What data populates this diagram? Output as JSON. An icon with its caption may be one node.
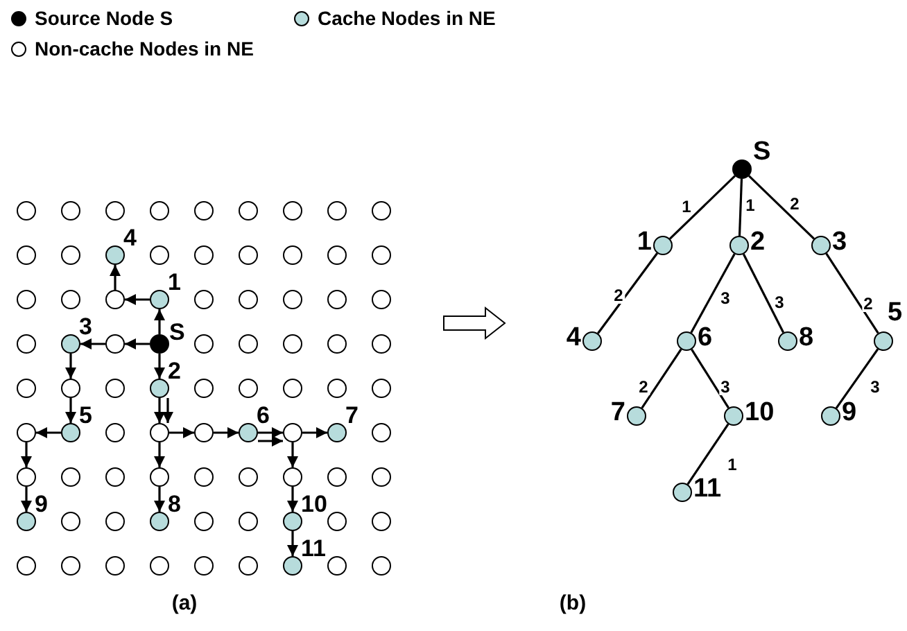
{
  "diagram": {
    "nodes": [
      {
        "text": [],
        "shape": "circle"
      },
      {
        "text": [],
        "shape": "circle"
      },
      {
        "text": [],
        "shape": "circle"
      },
      {
        "text": [],
        "shape": "circle"
      },
      {
        "text": [],
        "shape": "circle"
      },
      {
        "text": [],
        "shape": "circle"
      },
      {
        "text": [],
        "shape": "circle"
      },
      {
        "text": [],
        "shape": "circle"
      },
      {
        "text": [],
        "shape": "circle"
      },
      {
        "text": [],
        "shape": "circle"
      },
      {
        "text": [],
        "shape": "circle"
      },
      {
        "text": [],
        "shape": "circle",
        "beside": [
          "4"
        ]
      },
      {
        "text": [],
        "shape": "circle"
      },
      {
        "text": [],
        "shape": "circle"
      },
      {
        "text": [],
        "shape": "circle"
      },
      {
        "text": [],
        "shape": "circle"
      },
      {
        "text": [],
        "shape": "circle"
      },
      {
        "text": [],
        "shape": "circle"
      },
      {
        "text": [],
        "shape": "circle"
      },
      {
        "text": [],
        "shape": "circle"
      },
      {
        "text": [],
        "shape": "circle"
      },
      {
        "text": [],
        "shape": "circle",
        "beside": [
          "1"
        ]
      },
      {
        "text": [],
        "shape": "circle"
      },
      {
        "text": [],
        "shape": "circle"
      },
      {
        "text": [],
        "shape": "circle"
      },
      {
        "text": [],
        "shape": "circle"
      },
      {
        "text": [],
        "shape": "circle"
      },
      {
        "text": [],
        "shape": "circle"
      },
      {
        "text": [],
        "shape": "circle",
        "beside": [
          "3"
        ]
      },
      {
        "text": [],
        "shape": "circle"
      },
      {
        "text": [],
        "shape": "circle",
        "beside": [
          "S"
        ]
      },
      {
        "text": [],
        "shape": "circle"
      },
      {
        "text": [],
        "shape": "circle"
      },
      {
        "text": [],
        "shape": "circle"
      },
      {
        "text": [],
        "shape": "circle"
      },
      {
        "text": [],
        "shape": "circle"
      },
      {
        "text": [],
        "shape": "circle"
      },
      {
        "text": [],
        "shape": "circle"
      },
      {
        "text": [],
        "shape": "circle"
      },
      {
        "text": [],
        "shape": "circle",
        "beside": [
          "2"
        ]
      },
      {
        "text": [],
        "shape": "circle"
      },
      {
        "text": [],
        "shape": "circle"
      },
      {
        "text": [],
        "shape": "circle"
      },
      {
        "text": [],
        "shape": "circle"
      },
      {
        "text": [],
        "shape": "circle"
      },
      {
        "text": [],
        "shape": "circle"
      },
      {
        "text": [],
        "shape": "circle",
        "beside": [
          "5"
        ]
      },
      {
        "text": [],
        "shape": "circle"
      },
      {
        "text": [],
        "shape": "circle"
      },
      {
        "text": [],
        "shape": "circle"
      },
      {
        "text": [],
        "shape": "circle",
        "beside": [
          "6"
        ]
      },
      {
        "text": [],
        "shape": "circle"
      },
      {
        "text": [],
        "shape": "circle",
        "beside": [
          "7"
        ]
      },
      {
        "text": [],
        "shape": "circle"
      },
      {
        "text": [],
        "shape": "circle"
      },
      {
        "text": [],
        "shape": "circle"
      },
      {
        "text": [],
        "shape": "circle"
      },
      {
        "text": [],
        "shape": "circle"
      },
      {
        "text": [],
        "shape": "circle"
      },
      {
        "text": [],
        "shape": "circle"
      },
      {
        "text": [],
        "shape": "circle"
      },
      {
        "text": [],
        "shape": "circle"
      },
      {
        "text": [],
        "shape": "circle"
      },
      {
        "text": [],
        "shape": "circle",
        "beside": [
          "9"
        ]
      },
      {
        "text": [],
        "shape": "circle"
      },
      {
        "text": [],
        "shape": "circle"
      },
      {
        "text": [],
        "shape": "circle",
        "beside": [
          "8"
        ]
      },
      {
        "text": [],
        "shape": "circle"
      },
      {
        "text": [],
        "shape": "circle"
      },
      {
        "text": [],
        "shape": "circle",
        "beside": [
          "10"
        ]
      },
      {
        "text": [],
        "shape": "circle"
      },
      {
        "text": [],
        "shape": "circle"
      },
      {
        "text": [],
        "shape": "circle"
      },
      {
        "text": [],
        "shape": "circle"
      },
      {
        "text": [],
        "shape": "circle"
      },
      {
        "text": [],
        "shape": "circle"
      },
      {
        "text": [],
        "shape": "circle"
      },
      {
        "text": [],
        "shape": "circle"
      },
      {
        "text": [],
        "shape": "circle",
        "beside": [
          "11"
        ]
      },
      {
        "text": [],
        "shape": "circle"
      },
      {
        "text": [],
        "shape": "circle"
      },
      {
        "text": [],
        "shape": "circle",
        "beside": [
          "S"
        ]
      },
      {
        "text": [],
        "shape": "circle",
        "beside": [
          "1"
        ]
      },
      {
        "text": [],
        "shape": "circle",
        "beside": [
          "2"
        ]
      },
      {
        "text": [],
        "shape": "circle",
        "beside": [
          "3"
        ]
      },
      {
        "text": [],
        "shape": "circle",
        "beside": [
          "4"
        ]
      },
      {
        "text": [],
        "shape": "circle",
        "beside": [
          "6"
        ]
      },
      {
        "text": [],
        "shape": "circle",
        "beside": [
          "8"
        ]
      },
      {
        "text": [],
        "shape": "circle",
        "beside": [
          "5"
        ]
      },
      {
        "text": [],
        "shape": "circle",
        "beside": [
          "7"
        ]
      },
      {
        "text": [],
        "shape": "circle",
        "beside": [
          "10"
        ]
      },
      {
        "text": [],
        "shape": "circle",
        "beside": [
          "9"
        ]
      },
      {
        "text": [],
        "shape": "circle",
        "beside": [
          "11"
        ]
      }
    ],
    "edges": [
      {
        "from": 30,
        "to": 21,
        "arrow": "to"
      },
      {
        "from": 21,
        "to": 20,
        "arrow": "to"
      },
      {
        "from": 20,
        "to": 11,
        "arrow": "to"
      },
      {
        "from": 30,
        "to": 29,
        "arrow": "to"
      },
      {
        "from": 29,
        "to": 28,
        "arrow": "to"
      },
      {
        "from": 30,
        "to": 39,
        "arrow": "to"
      },
      {
        "from": 28,
        "to": 37,
        "arrow": "to"
      },
      {
        "from": 37,
        "to": 46,
        "arrow": "to"
      },
      {
        "from": 46,
        "to": 45,
        "arrow": "to"
      },
      {
        "from": 45,
        "to": 54,
        "arrow": "to"
      },
      {
        "from": 54,
        "to": 63,
        "arrow": "to"
      },
      {
        "from": 39,
        "to": 48,
        "arrow": "to"
      },
      {
        "from": 39,
        "to": 48,
        "arrow": "to"
      },
      {
        "from": 48,
        "to": 49,
        "arrow": "to"
      },
      {
        "from": 49,
        "to": 50,
        "arrow": "to"
      },
      {
        "from": 48,
        "to": 57,
        "arrow": "to"
      },
      {
        "from": 57,
        "to": 66,
        "arrow": "to"
      },
      {
        "from": 50,
        "to": 51,
        "arrow": "to"
      },
      {
        "from": 50,
        "to": 51,
        "arrow": "to"
      },
      {
        "from": 51,
        "to": 52,
        "arrow": "to"
      },
      {
        "from": 51,
        "to": 60,
        "arrow": "to"
      },
      {
        "from": 60,
        "to": 69,
        "arrow": "to"
      },
      {
        "from": 69,
        "to": 78,
        "arrow": "to"
      },
      {
        "from": 81,
        "to": 82,
        "arrow": "none",
        "label": "1"
      },
      {
        "from": 81,
        "to": 83,
        "arrow": "none",
        "label": "1"
      },
      {
        "from": 81,
        "to": 84,
        "arrow": "none",
        "label": "2"
      },
      {
        "from": 82,
        "to": 85,
        "arrow": "none",
        "label": "2"
      },
      {
        "from": 83,
        "to": 86,
        "arrow": "none",
        "label": "3"
      },
      {
        "from": 83,
        "to": 87,
        "arrow": "none",
        "label": "3"
      },
      {
        "from": 84,
        "to": 88,
        "arrow": "none",
        "label": "2"
      },
      {
        "from": 86,
        "to": 89,
        "arrow": "none",
        "label": "2"
      },
      {
        "from": 86,
        "to": 90,
        "arrow": "none",
        "label": "3"
      },
      {
        "from": 88,
        "to": 91,
        "arrow": "none",
        "label": "3"
      },
      {
        "from": 90,
        "to": 92,
        "arrow": "none",
        "label": "1"
      }
    ],
    "labels": [
      "(a)",
      "(b)"
    ],
    "legend": [
      {
        "text": "Source Node S",
        "color": "#000000"
      },
      {
        "text": "Cache Nodes in NE",
        "color": "#b7dcdc"
      },
      {
        "text": "Non-cache Nodes in NE",
        "color": "#ffffff"
      }
    ]
  }
}
